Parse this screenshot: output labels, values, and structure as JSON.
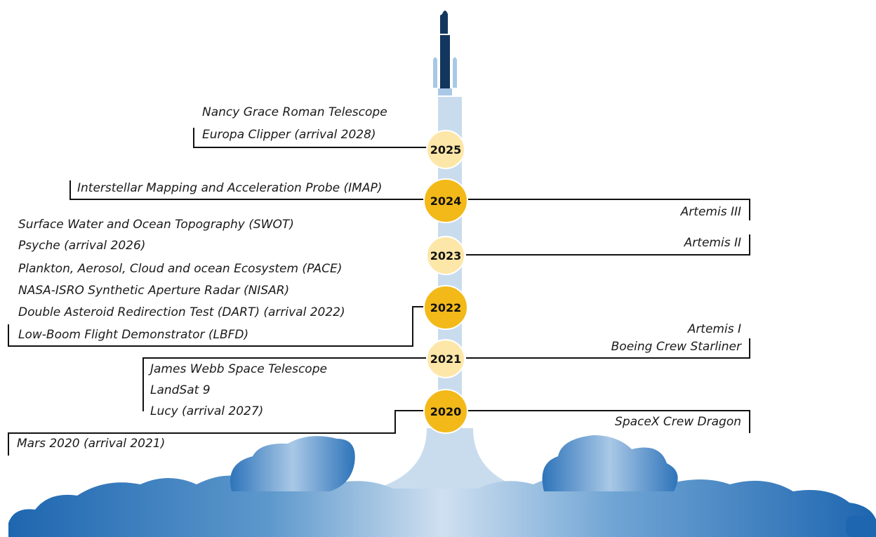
{
  "colors": {
    "rocket_dark": "#13365e",
    "rocket_light": "#a9c8e6",
    "trail": "#c9dcee",
    "cloud_dark": "#1e66b0",
    "cloud_light": "#c9dcee",
    "year_major": "#f2b919",
    "year_minor": "#fde7a8",
    "line": "#111111"
  },
  "years": [
    {
      "id": "2025",
      "label": "2025",
      "style": "minor"
    },
    {
      "id": "2024",
      "label": "2024",
      "style": "major"
    },
    {
      "id": "2023",
      "label": "2023",
      "style": "minor"
    },
    {
      "id": "2022",
      "label": "2022",
      "style": "major"
    },
    {
      "id": "2021",
      "label": "2021",
      "style": "minor"
    },
    {
      "id": "2020",
      "label": "2020",
      "style": "major"
    }
  ],
  "missions": {
    "y2025_left": [
      "Nancy Grace Roman Telescope",
      "Europa Clipper (arrival 2028)"
    ],
    "y2024_left": [
      "Interstellar Mapping and Acceleration Probe (IMAP)"
    ],
    "y2024_right": [
      "Artemis III"
    ],
    "y2023_right": [
      "Artemis II"
    ],
    "y2022_left": [
      "Surface Water and Ocean Topography (SWOT)",
      "Psyche (arrival 2026)",
      "Plankton, Aerosol, Cloud and ocean Ecosystem (PACE)",
      "NASA-ISRO Synthetic Aperture Radar (NISAR)",
      "Double Asteroid Redirection Test (DART) (arrival 2022)",
      "Low-Boom Flight Demonstrator (LBFD)"
    ],
    "y2021_right": [
      "Artemis I",
      "Boeing Crew Starliner"
    ],
    "y2021_left": [
      "James Webb Space Telescope",
      "LandSat 9",
      "Lucy (arrival 2027)"
    ],
    "y2020_right": [
      "SpaceX Crew Dragon"
    ],
    "y2020_left": [
      "Mars 2020 (arrival 2021)"
    ]
  }
}
